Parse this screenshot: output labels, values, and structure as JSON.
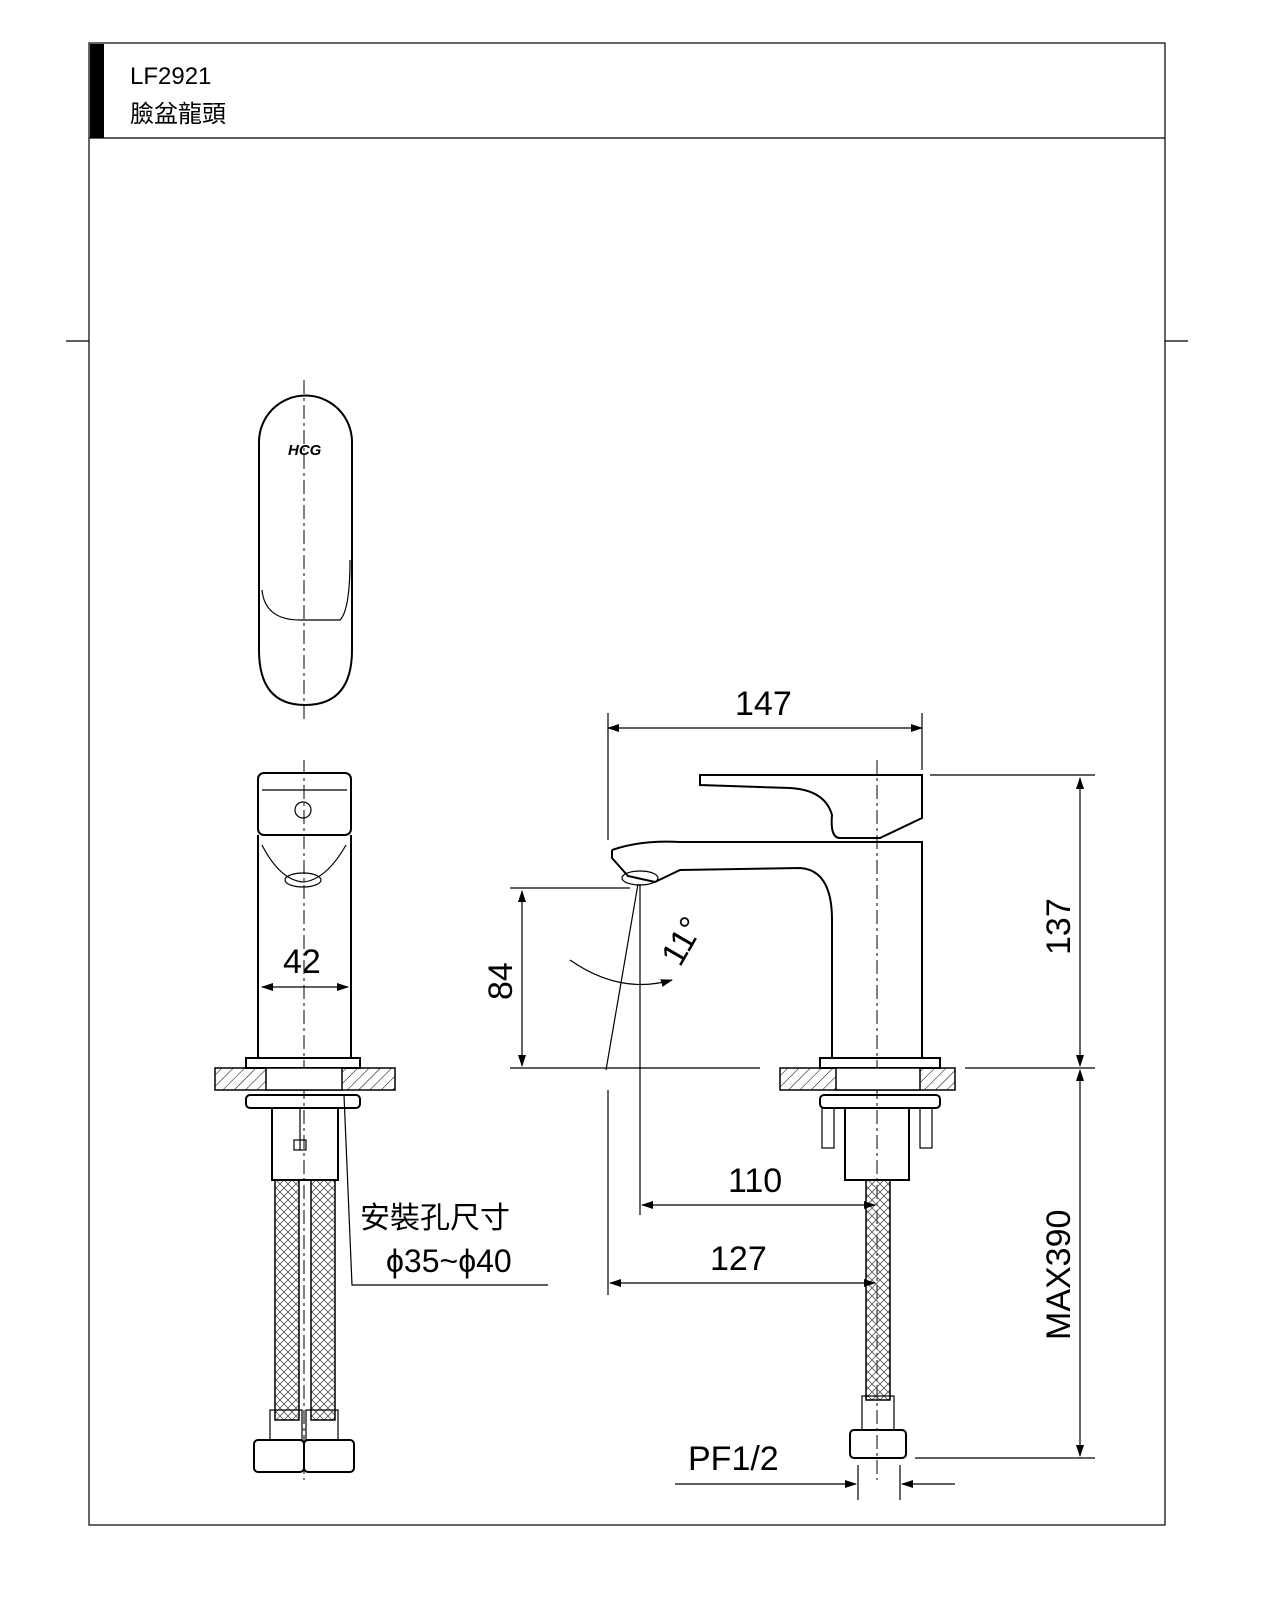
{
  "header": {
    "model": "LF2921",
    "product_name": "臉盆龍頭"
  },
  "drawing": {
    "logo_text": "HCG",
    "dimensions": {
      "overall_length": "147",
      "overall_height": "137",
      "spout_height": "84",
      "spout_angle": "11°",
      "body_width": "42",
      "spout_reach_center": "110",
      "spout_reach_total": "127",
      "hose_length": "MAX390",
      "connection": "PF1/2"
    },
    "install_hole": {
      "label": "安裝孔尺寸",
      "size": "ϕ35~ϕ40"
    }
  }
}
